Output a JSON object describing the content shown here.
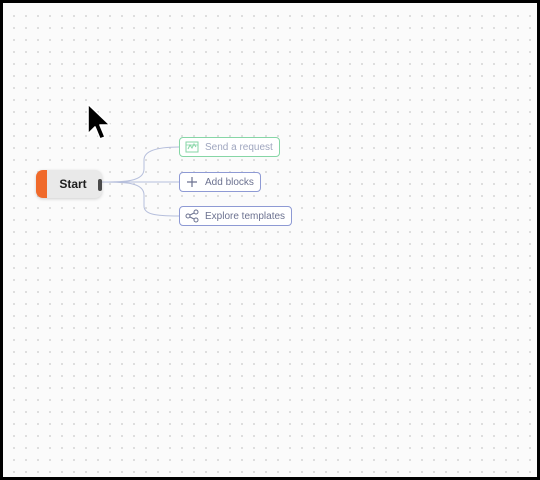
{
  "flow": {
    "start_label": "Start",
    "options": [
      {
        "label": "Send a request",
        "icon": "request-icon",
        "state": "highlighted"
      },
      {
        "label": "Add blocks",
        "icon": "plus-icon"
      },
      {
        "label": "Explore templates",
        "icon": "share-nodes-icon"
      }
    ]
  },
  "colors": {
    "start_accent": "#f06a2b",
    "option_border": "#8e9ad4",
    "highlight_border": "#86d6a6"
  }
}
